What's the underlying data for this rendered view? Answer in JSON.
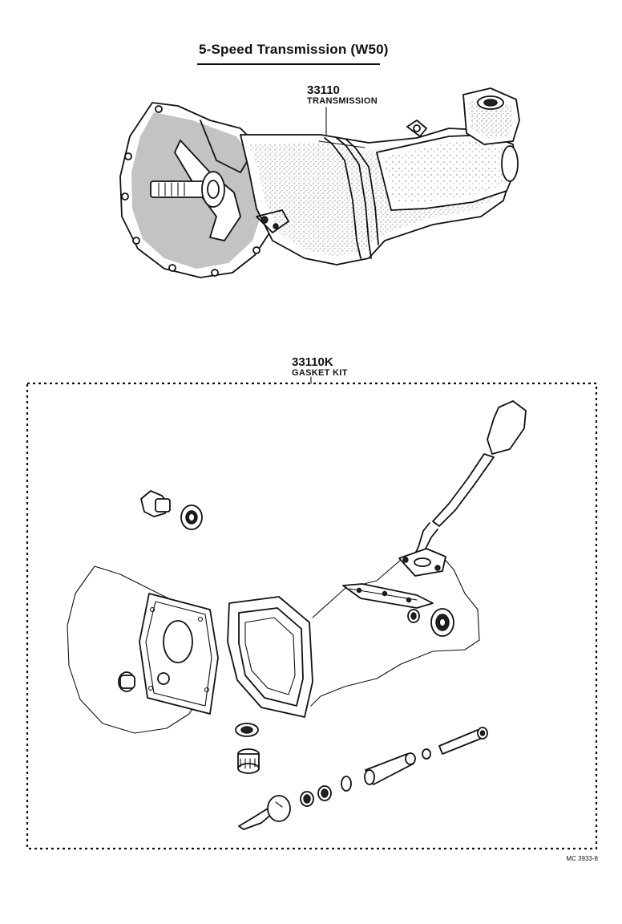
{
  "title": "5-Speed Transmission (W50)",
  "transmission": {
    "part_number": "33110",
    "part_name": "TRANSMISSION"
  },
  "gasket_kit": {
    "part_number": "33110K",
    "part_name": "GASKET KIT"
  },
  "diagram_code": "MC 3933-8",
  "colors": {
    "ink": "#111111",
    "paper": "#ffffff"
  }
}
